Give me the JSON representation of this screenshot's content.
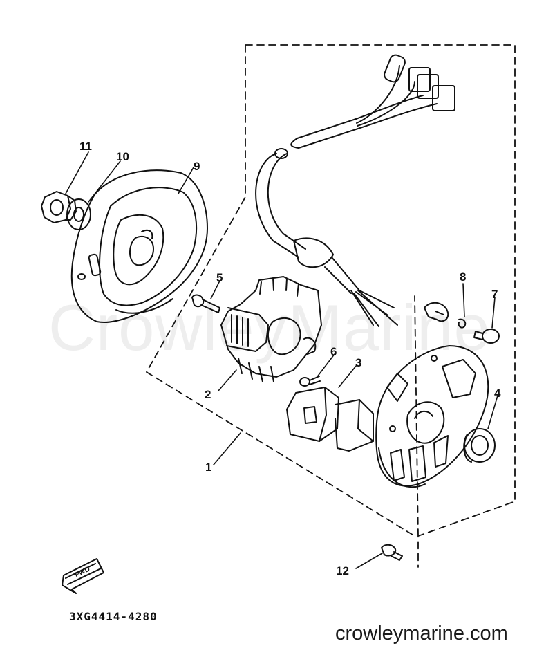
{
  "watermark": "CrowleyMarine",
  "callouts": {
    "c1": "1",
    "c2": "2",
    "c3": "3",
    "c4": "4",
    "c5": "5",
    "c6": "6",
    "c7": "7",
    "c8": "8",
    "c9": "9",
    "c10": "10",
    "c11": "11",
    "c12": "12"
  },
  "fwd_label": "FWD",
  "part_code": "3XG4414-4280",
  "site": "crowleymarine.com"
}
